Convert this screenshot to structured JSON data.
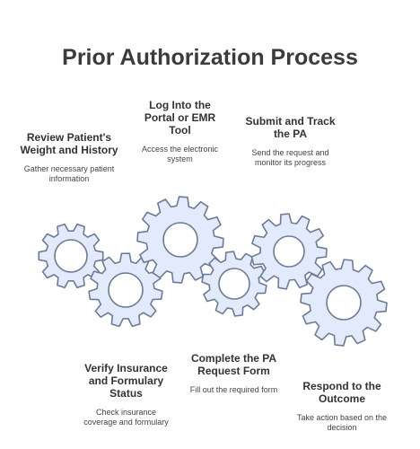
{
  "title": "Prior Authorization Process",
  "colors": {
    "gear_fill": "#e3eafb",
    "gear_stroke": "#6c7c94",
    "text": "#333333"
  },
  "steps": [
    {
      "title": "Review Patient's Weight and History",
      "description": "Gather necessary patient information"
    },
    {
      "title": "Log Into the Portal or EMR Tool",
      "description": "Access the electronic system"
    },
    {
      "title": "Submit and Track the PA",
      "description": "Send the request and monitor its progress"
    },
    {
      "title": "Verify Insurance and Formulary Status",
      "description": "Check insurance coverage and formulary"
    },
    {
      "title": "Complete the PA Request Form",
      "description": "Fill out the required form"
    },
    {
      "title": "Respond to the Outcome",
      "description": "Take action based on the decision"
    }
  ]
}
